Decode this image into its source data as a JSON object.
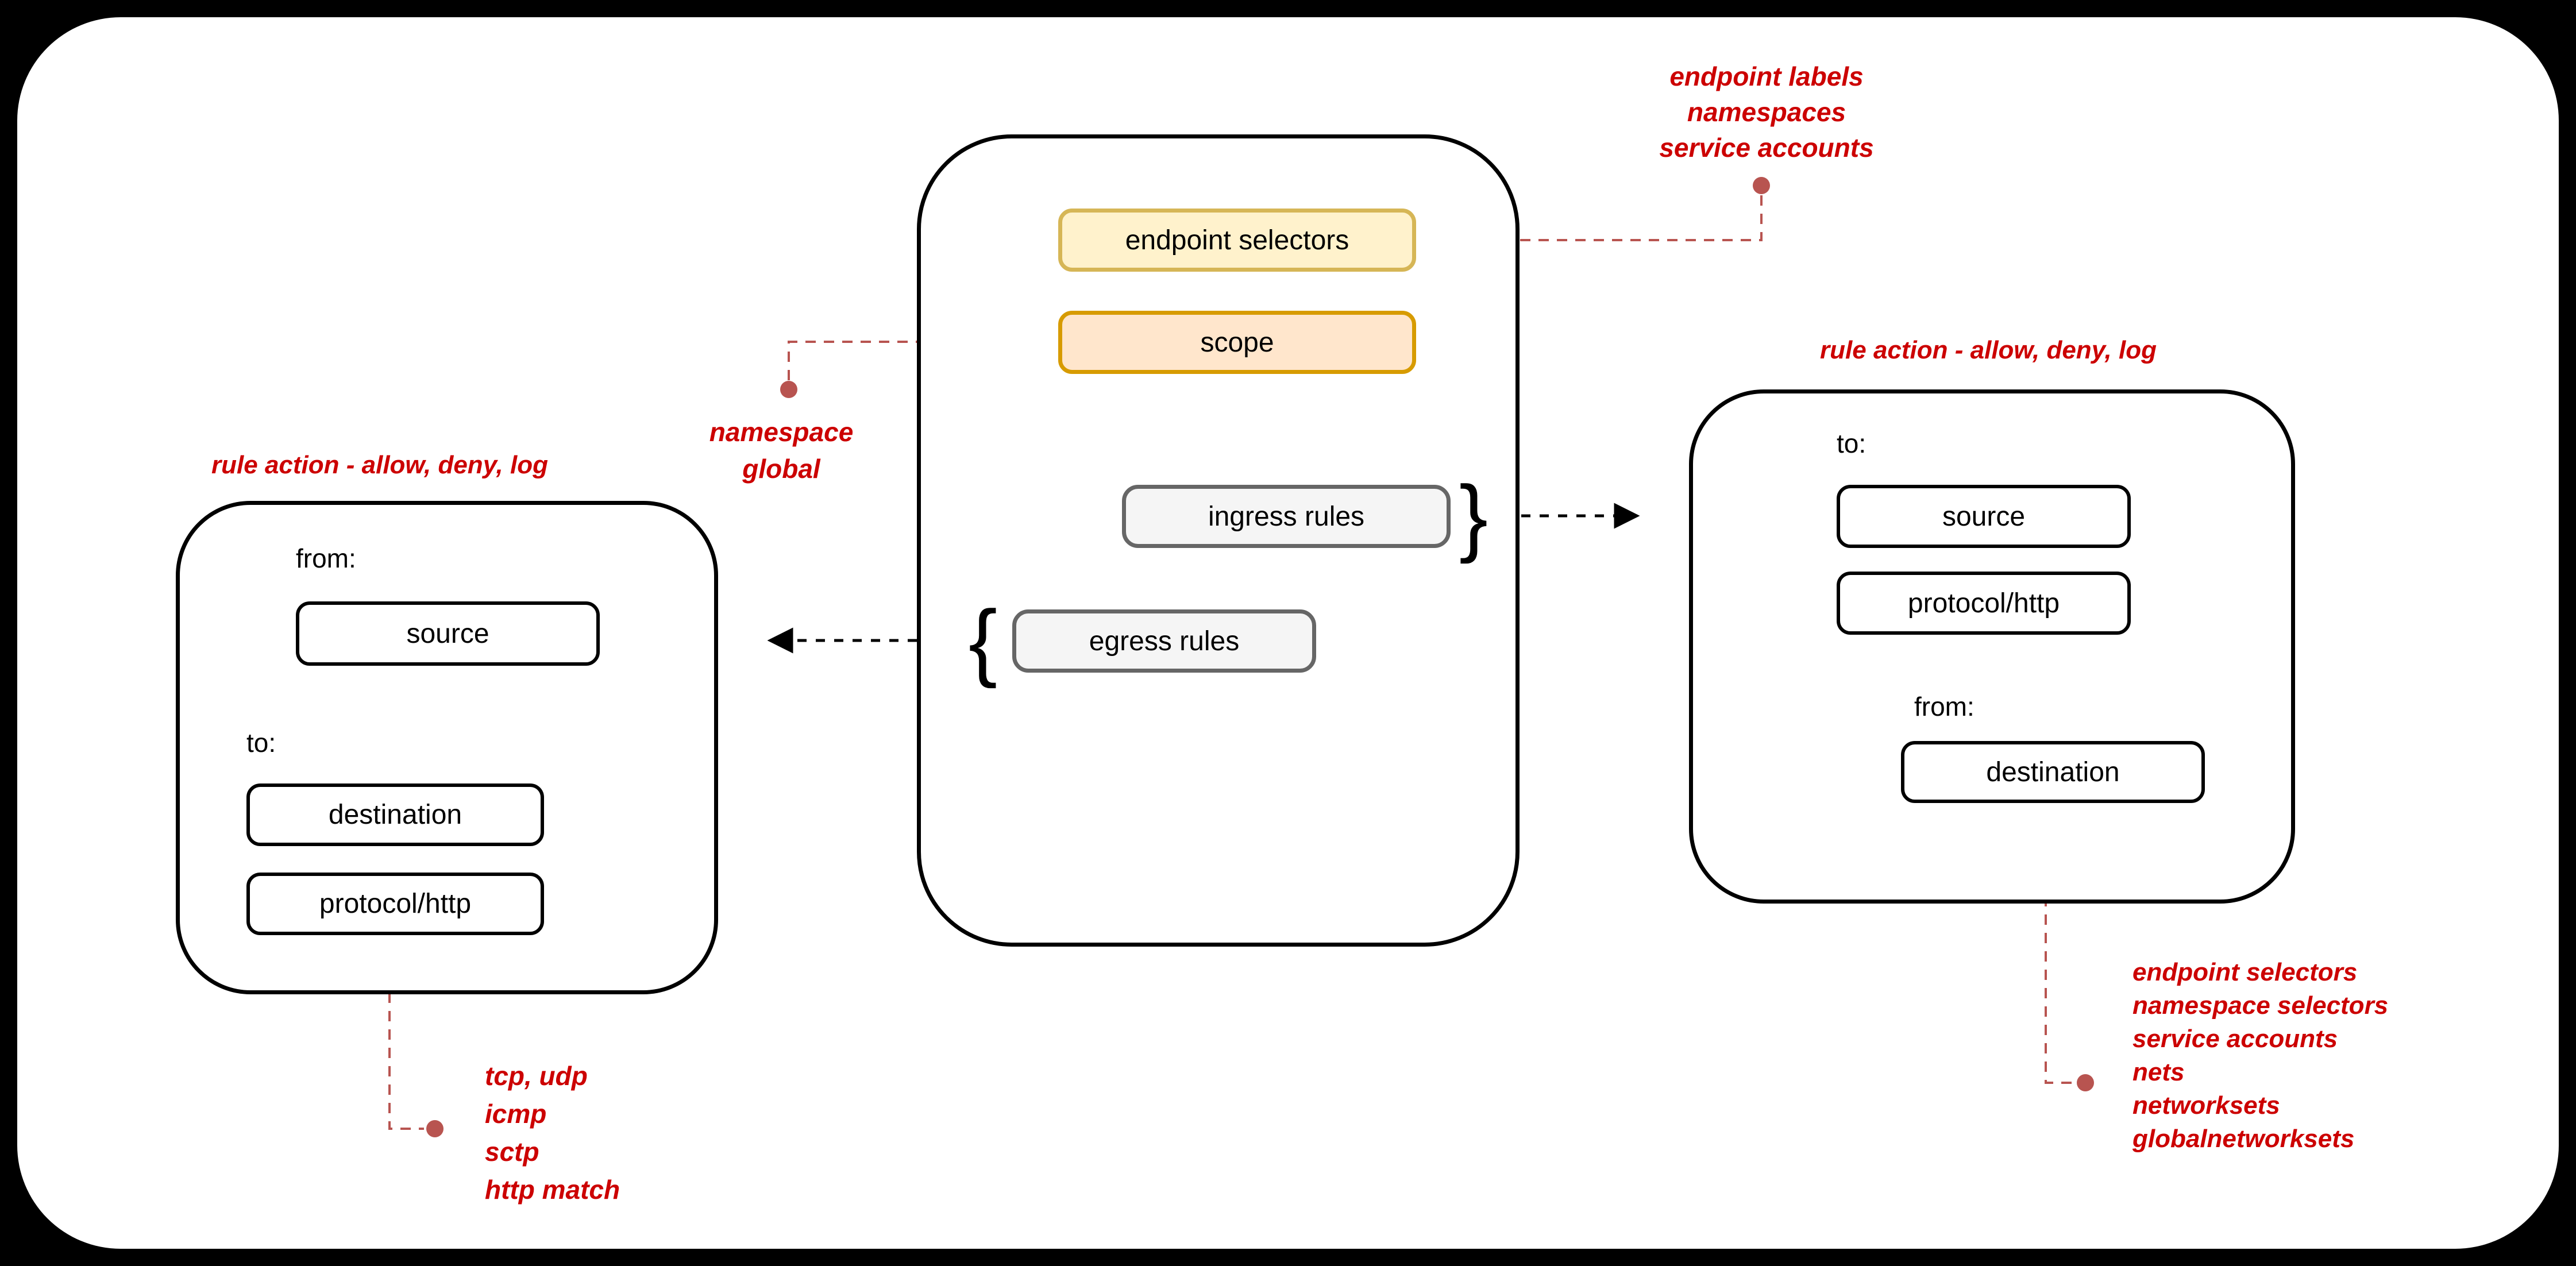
{
  "diagram": {
    "policy": {
      "endpoint_selectors": "endpoint selectors",
      "scope": "scope",
      "ingress_rules": "ingress rules",
      "egress_rules": "egress rules",
      "ingress_brace": "}",
      "egress_brace": "{"
    },
    "egress_panel": {
      "title": "rule action - allow, deny, log",
      "from_label": "from:",
      "source": "source",
      "to_label": "to:",
      "destination": "destination",
      "protocol": "protocol/http"
    },
    "ingress_panel": {
      "title": "rule action - allow, deny, log",
      "to_label": "to:",
      "source": "source",
      "protocol": "protocol/http",
      "from_label": "from:",
      "destination": "destination"
    },
    "annotations": {
      "endpoint_selector_values": {
        "lines": [
          "endpoint labels",
          "namespaces",
          "service accounts"
        ]
      },
      "scope_values": {
        "lines": [
          "namespace",
          "global"
        ]
      },
      "protocol_values": {
        "lines": [
          "tcp, udp",
          "icmp",
          "sctp",
          "http match"
        ]
      },
      "destination_values": {
        "lines": [
          "endpoint selectors",
          "namespace selectors",
          "service accounts",
          "nets",
          "networksets",
          "globalnetworksets"
        ]
      }
    },
    "colors": {
      "annotation_red": "#cc0000",
      "connector_red": "#b85450",
      "yellow_fill": "#fff2cc",
      "yellow_stroke": "#d6b656",
      "orange_fill": "#ffe6cc",
      "orange_stroke": "#d79b00",
      "gray_fill": "#f5f5f5",
      "gray_stroke": "#666666"
    }
  }
}
